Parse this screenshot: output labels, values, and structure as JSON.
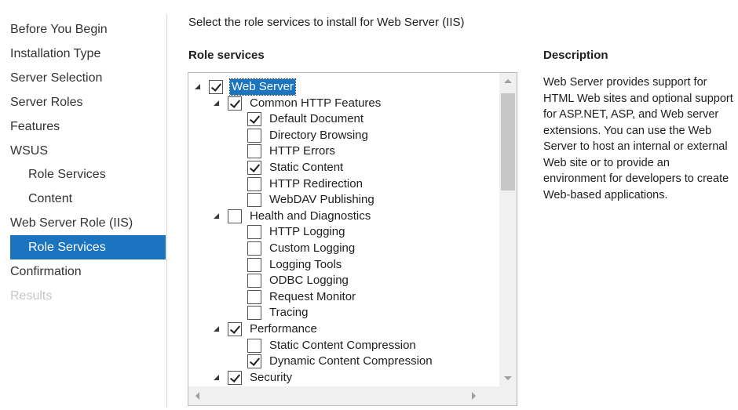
{
  "nav": [
    {
      "label": "Before You Begin",
      "state": "normal",
      "level": 0
    },
    {
      "label": "Installation Type",
      "state": "normal",
      "level": 0
    },
    {
      "label": "Server Selection",
      "state": "normal",
      "level": 0
    },
    {
      "label": "Server Roles",
      "state": "normal",
      "level": 0
    },
    {
      "label": "Features",
      "state": "normal",
      "level": 0
    },
    {
      "label": "WSUS",
      "state": "normal",
      "level": 0
    },
    {
      "label": "Role Services",
      "state": "normal",
      "level": 1
    },
    {
      "label": "Content",
      "state": "normal",
      "level": 1
    },
    {
      "label": "Web Server Role (IIS)",
      "state": "normal",
      "level": 0
    },
    {
      "label": "Role Services",
      "state": "active",
      "level": 1
    },
    {
      "label": "Confirmation",
      "state": "normal",
      "level": 0
    },
    {
      "label": "Results",
      "state": "disabled",
      "level": 0
    }
  ],
  "main": {
    "instruction": "Select the role services to install for Web Server (IIS)",
    "role_services_heading": "Role services",
    "description_heading": "Description",
    "description_text": "Web Server provides support for HTML Web sites and optional support for ASP.NET, ASP, and Web server extensions. You can use the Web Server to host an internal or external Web site or to provide an environment for developers to create Web-based applications."
  },
  "tree": [
    {
      "label": "Web Server",
      "depth": 0,
      "checked": true,
      "expandable": true,
      "selected": true
    },
    {
      "label": "Common HTTP Features",
      "depth": 1,
      "checked": true,
      "expandable": true,
      "selected": false
    },
    {
      "label": "Default Document",
      "depth": 2,
      "checked": true,
      "expandable": false,
      "selected": false
    },
    {
      "label": "Directory Browsing",
      "depth": 2,
      "checked": false,
      "expandable": false,
      "selected": false
    },
    {
      "label": "HTTP Errors",
      "depth": 2,
      "checked": false,
      "expandable": false,
      "selected": false
    },
    {
      "label": "Static Content",
      "depth": 2,
      "checked": true,
      "expandable": false,
      "selected": false
    },
    {
      "label": "HTTP Redirection",
      "depth": 2,
      "checked": false,
      "expandable": false,
      "selected": false
    },
    {
      "label": "WebDAV Publishing",
      "depth": 2,
      "checked": false,
      "expandable": false,
      "selected": false
    },
    {
      "label": "Health and Diagnostics",
      "depth": 1,
      "checked": false,
      "expandable": true,
      "selected": false
    },
    {
      "label": "HTTP Logging",
      "depth": 2,
      "checked": false,
      "expandable": false,
      "selected": false
    },
    {
      "label": "Custom Logging",
      "depth": 2,
      "checked": false,
      "expandable": false,
      "selected": false
    },
    {
      "label": "Logging Tools",
      "depth": 2,
      "checked": false,
      "expandable": false,
      "selected": false
    },
    {
      "label": "ODBC Logging",
      "depth": 2,
      "checked": false,
      "expandable": false,
      "selected": false
    },
    {
      "label": "Request Monitor",
      "depth": 2,
      "checked": false,
      "expandable": false,
      "selected": false
    },
    {
      "label": "Tracing",
      "depth": 2,
      "checked": false,
      "expandable": false,
      "selected": false
    },
    {
      "label": "Performance",
      "depth": 1,
      "checked": true,
      "expandable": true,
      "selected": false
    },
    {
      "label": "Static Content Compression",
      "depth": 2,
      "checked": false,
      "expandable": false,
      "selected": false
    },
    {
      "label": "Dynamic Content Compression",
      "depth": 2,
      "checked": true,
      "expandable": false,
      "selected": false
    },
    {
      "label": "Security",
      "depth": 1,
      "checked": true,
      "expandable": true,
      "selected": false
    }
  ],
  "colors": {
    "accent": "#1a74c0",
    "disabled_text": "#c6c6c6",
    "scrollbar_bg": "#f0f0f0",
    "scrollbar_thumb": "#c7c7c7"
  },
  "icons": {
    "expander": "expander-triangle-icon",
    "check": "check-icon",
    "scroll_up": "scroll-up-arrow-icon",
    "scroll_down": "scroll-down-arrow-icon",
    "scroll_left": "scroll-left-arrow-icon",
    "scroll_right": "scroll-right-arrow-icon"
  }
}
